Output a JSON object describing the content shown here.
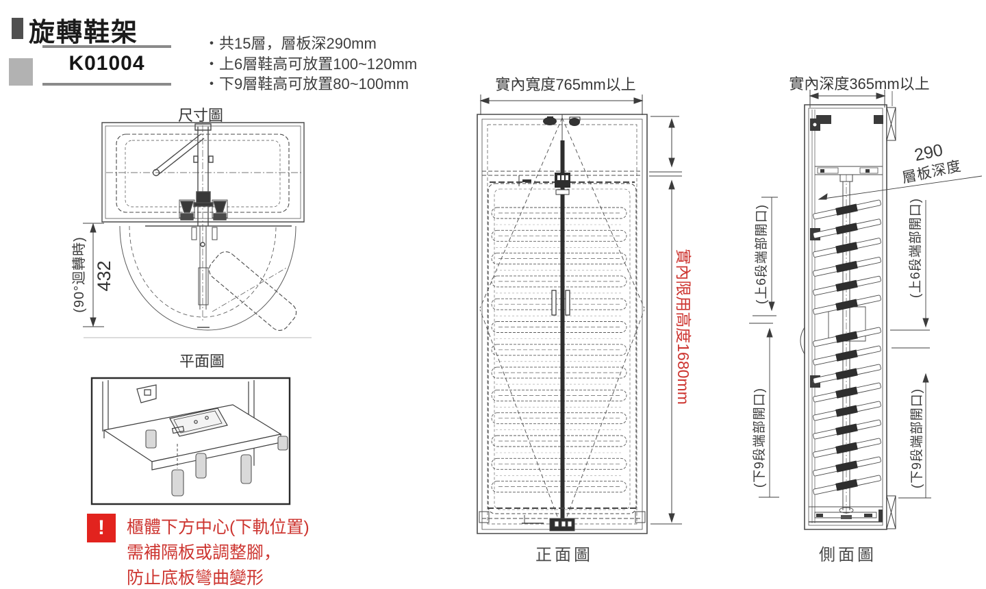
{
  "header": {
    "title": "旋轉鞋架",
    "code": "K01004",
    "bullets": [
      "・共15層，層板深290mm",
      "・上6層鞋高可放置100~120mm",
      "・下9層鞋高可放置80~100mm"
    ]
  },
  "plan_view": {
    "label_top": "尺寸圖",
    "label_bottom": "平面圖",
    "rotation_note": "(90°迴轉時)",
    "dim_depth": "432"
  },
  "warning": {
    "icon": "!",
    "line1": "櫃體下方中心(下軌位置)",
    "line2": "需補隔板或調整腳，",
    "line3": "防止底板彎曲變形"
  },
  "front_view": {
    "label_width": "實內寬度765mm以上",
    "label_height": "實內限用高度1680mm",
    "caption": "正面圖"
  },
  "side_view": {
    "label_depth": "實內深度365mm以上",
    "shelf_depth_num": "290",
    "shelf_depth_text": "層板深度",
    "label_upper_left": "(上6段端部開口)",
    "label_upper_right": "(上6段端部開口)",
    "label_lower_left": "(下9段端部開口)",
    "label_lower_right": "(下9段端部開口)",
    "caption": "側面圖"
  },
  "colors": {
    "red": "#cd3530",
    "warning_bg": "#e2231e",
    "line": "#3a3a3a",
    "gray_square": "#b2b2b2",
    "dark_bar": "#4f4f4f"
  }
}
